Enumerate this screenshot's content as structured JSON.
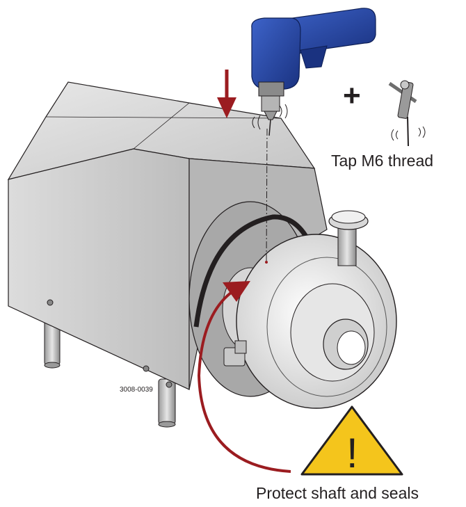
{
  "labels": {
    "tap_thread": "Tap M6 thread",
    "protect": "Protect shaft and seals",
    "drawing_code": "3008-0039",
    "plus": "+",
    "warning_mark": "!"
  },
  "colors": {
    "arrow_red": "#9b1c20",
    "drill_blue": "#1f3f9a",
    "warning_yellow": "#f4c51c",
    "housing_gray": "#cfcfcf",
    "outline": "#231f20"
  },
  "icons": [
    "drill-icon",
    "tap-wrench-icon",
    "warning-triangle-icon",
    "down-arrow-icon",
    "curved-arrow-icon"
  ]
}
